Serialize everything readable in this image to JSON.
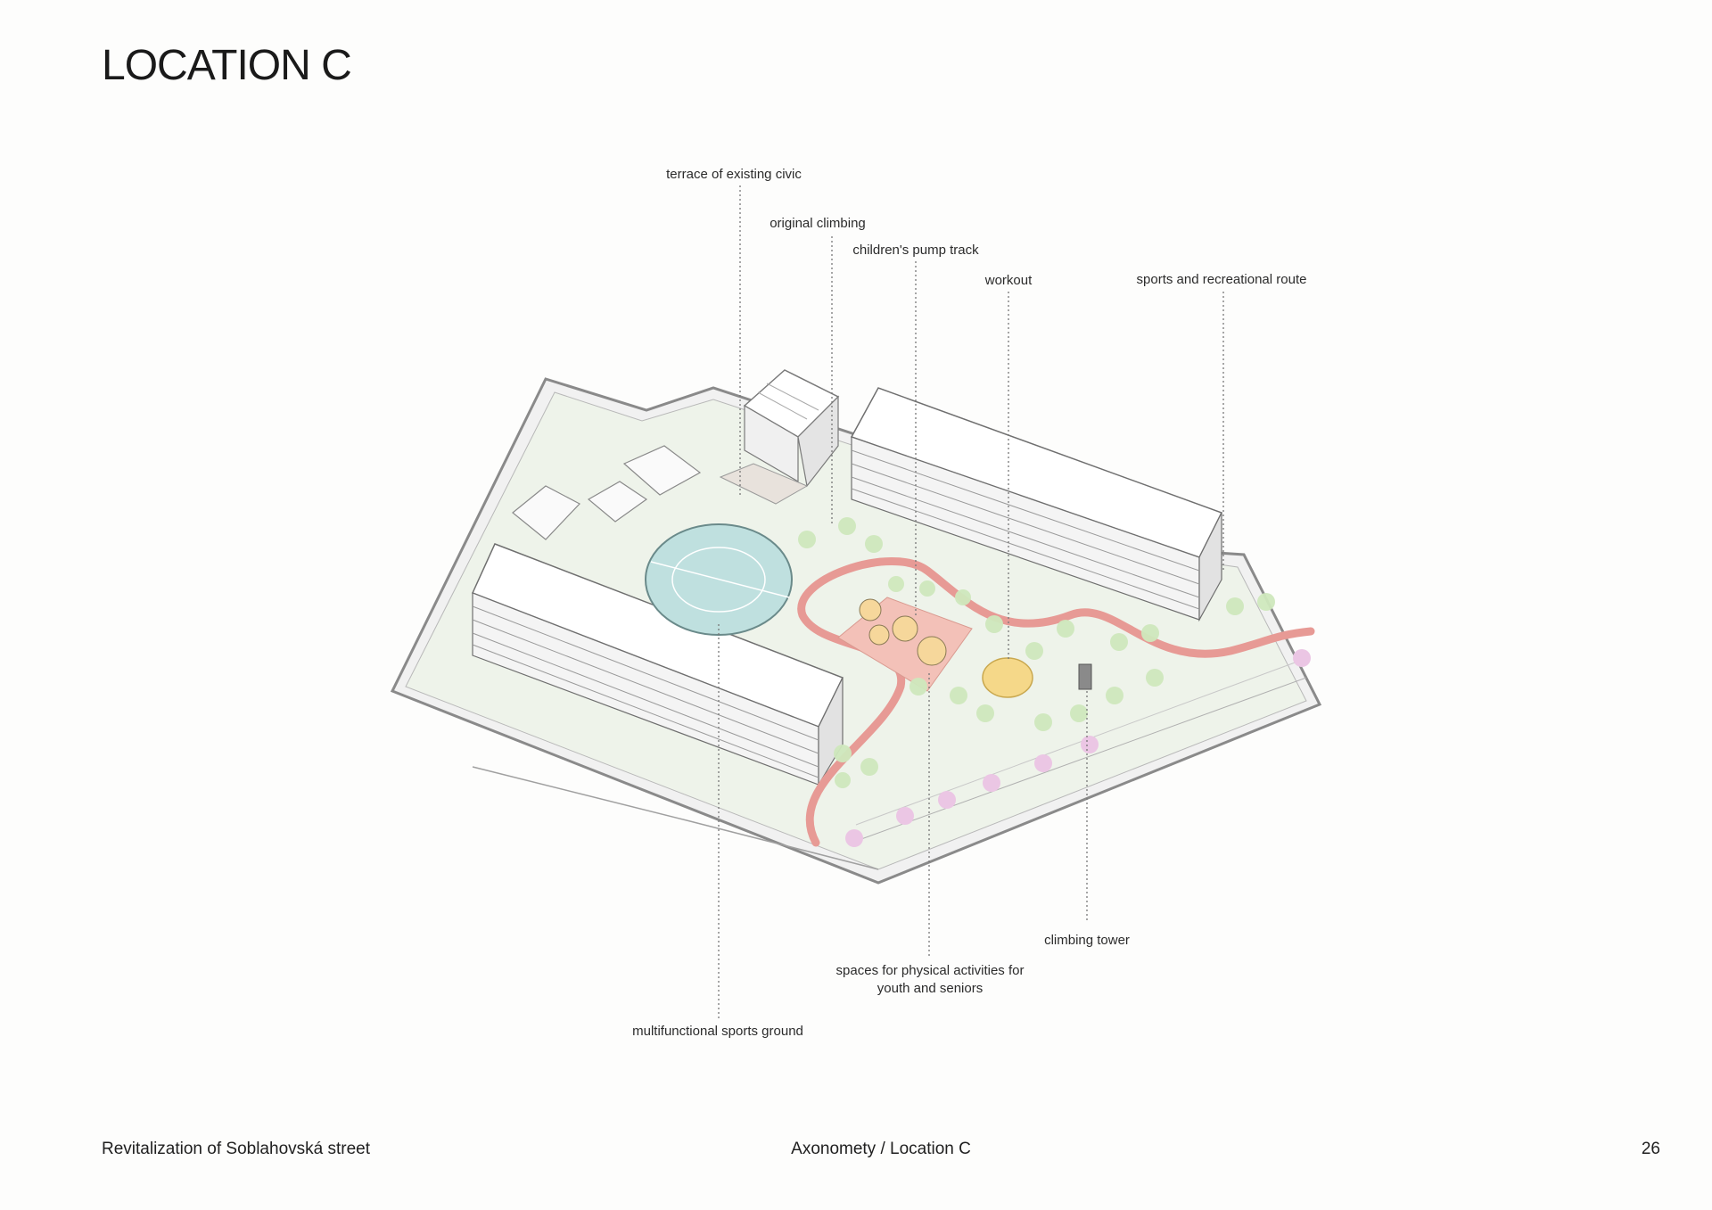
{
  "page": {
    "title": "LOCATION C"
  },
  "callouts": {
    "terrace": "terrace of existing civic",
    "climbing": "original climbing",
    "pumptrack": "children's pump track",
    "workout": "workout",
    "route": "sports and recreational route",
    "tower": "climbing tower",
    "spaces_line1": "spaces for physical activities for",
    "spaces_line2": "youth and seniors",
    "ground": "multifunctional sports ground"
  },
  "footer": {
    "left": "Revitalization of Soblahovská street",
    "center": "Axonomety / Location C",
    "page_number": "26"
  },
  "colors": {
    "ground": "#eef3ea",
    "outline": "#7a7a7a",
    "route": "#e79a95",
    "sports_field": "#bfe0df",
    "pump_track": "#f3c1b8",
    "workout": "#f5d889",
    "tree": "#cfe8bd",
    "tree_pink": "#ebc6e4"
  }
}
